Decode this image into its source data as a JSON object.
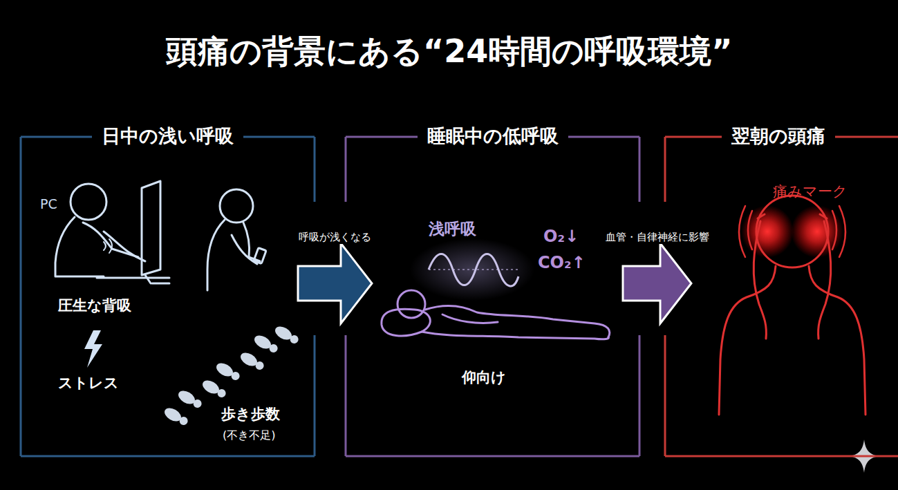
{
  "diagram": {
    "title": "頭痛の背景にある“24時間の呼吸環境”",
    "nodes": [
      {
        "text": [
          "日中の浅い呼吸"
        ]
      },
      {
        "text": [
          "睡眠中の低呼吸"
        ]
      },
      {
        "text": [
          "翌朝の頭痛"
        ]
      }
    ],
    "edges": [
      {
        "from": 0,
        "to": 1,
        "label": "呼吸が浅くなる",
        "arrow": "to"
      },
      {
        "from": 1,
        "to": 2,
        "label": "血管・自律神経に影響",
        "arrow": "to"
      }
    ],
    "labels": [
      "PC",
      "圧生な背吸",
      "ストレス",
      "歩き歩数",
      "(不き不足)",
      "浅呼吸",
      "O₂↓",
      "CO₂↑",
      "仰向け",
      "痛みマーク"
    ]
  }
}
